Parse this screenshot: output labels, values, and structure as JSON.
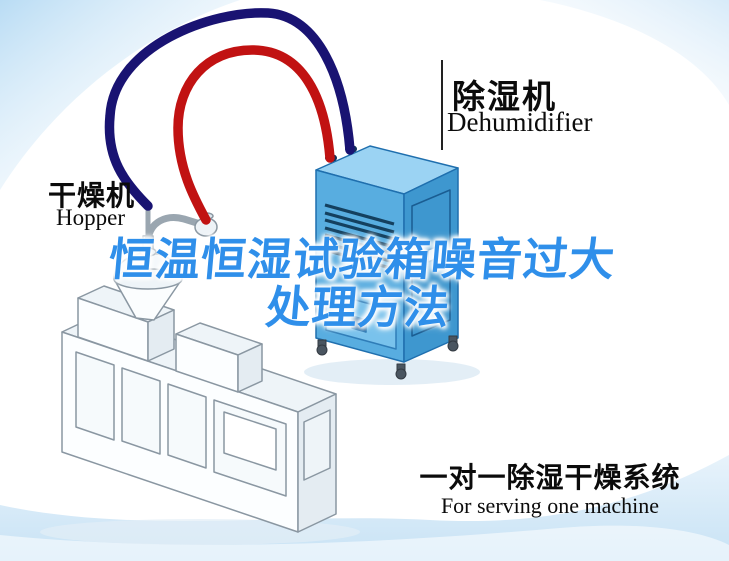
{
  "title": {
    "line1": "恒温恒湿试验箱噪音过大",
    "line2": "处理方法",
    "color": "#2f8fea"
  },
  "labels": {
    "dehumidifier": {
      "cn": "除湿机",
      "en": "Dehumidifier"
    },
    "hopper": {
      "cn": "干燥机",
      "en": "Hopper"
    }
  },
  "caption": {
    "cn": "一对一除湿干燥系统",
    "en": "For serving one machine"
  },
  "colors": {
    "pipe_red": "#c11212",
    "pipe_blue": "#191372",
    "dehumidifier_top": "#9bd3f3",
    "dehumidifier_front": "#58ade0",
    "dehumidifier_side": "#3e97cf",
    "bottom_wave": "#c7e2f5",
    "corner_glow": "#b9dcf4"
  }
}
